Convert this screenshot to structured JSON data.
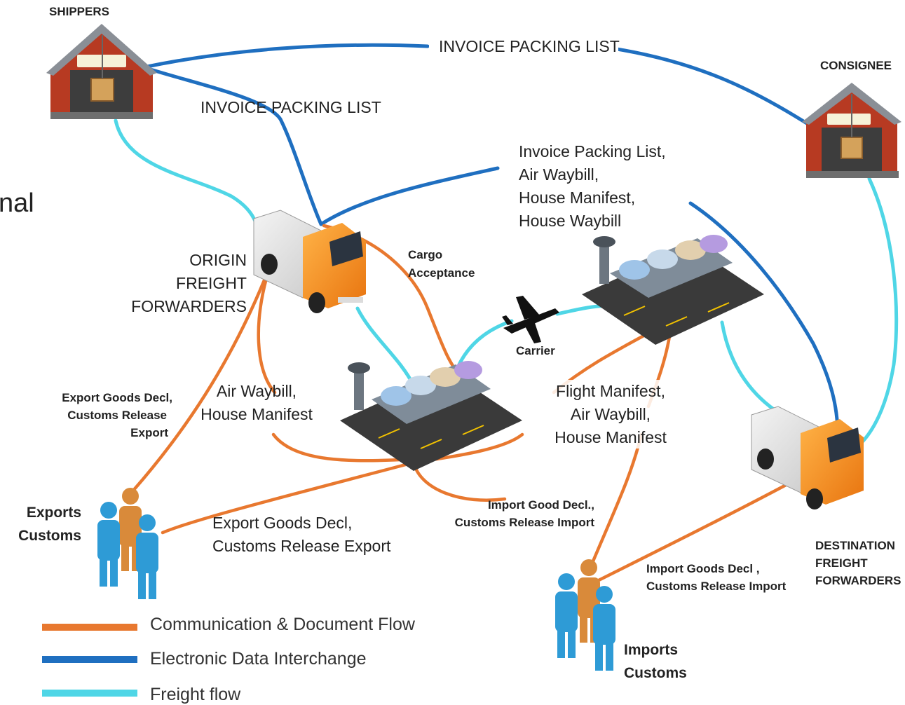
{
  "colors": {
    "communication": "#e8782f",
    "edi": "#1f6fc0",
    "freight": "#4fd6e6"
  },
  "nodes": {
    "shippers": "SHIPPERS",
    "consignee": "CONSIGNEE",
    "origin_forwarders": [
      "ORIGIN",
      "FREIGHT",
      "FORWARDERS"
    ],
    "destination_forwarders": [
      "DESTINATION",
      "FREIGHT",
      "FORWARDERS"
    ],
    "exports_customs": [
      "Exports",
      "Customs"
    ],
    "imports_customs": [
      "Imports",
      "Customs"
    ],
    "carrier": "Carrier",
    "cut_off_text": "nal"
  },
  "labels": {
    "invoice_packing_top": "INVOICE PACKING LIST",
    "invoice_packing_mid": "INVOICE PACKING LIST",
    "invoice_awb_block": [
      "Invoice Packing List,",
      "Air Waybill,",
      "House Manifest,",
      "House Waybill"
    ],
    "cargo_acceptance": [
      "Cargo",
      "Acceptance"
    ],
    "air_waybill_house": [
      "Air Waybill,",
      "House Manifest"
    ],
    "export_goods_small": [
      "Export Goods Decl,",
      "Customs Release",
      "Export"
    ],
    "export_goods_large": [
      "Export Goods Decl,",
      "Customs Release Export"
    ],
    "flight_manifest": [
      "Flight Manifest,",
      "Air Waybill,",
      "House Manifest"
    ],
    "import_goods_mid": [
      "Import Good Decl.,",
      "Customs Release Import"
    ],
    "import_goods_low": [
      "Import Goods Decl  ,",
      "Customs Release Import"
    ]
  },
  "legend": [
    {
      "label": "Communication & Document Flow",
      "color": "#e8782f"
    },
    {
      "label": "Electronic Data Interchange",
      "color": "#1f6fc0"
    },
    {
      "label": "Freight flow",
      "color": "#4fd6e6"
    }
  ]
}
